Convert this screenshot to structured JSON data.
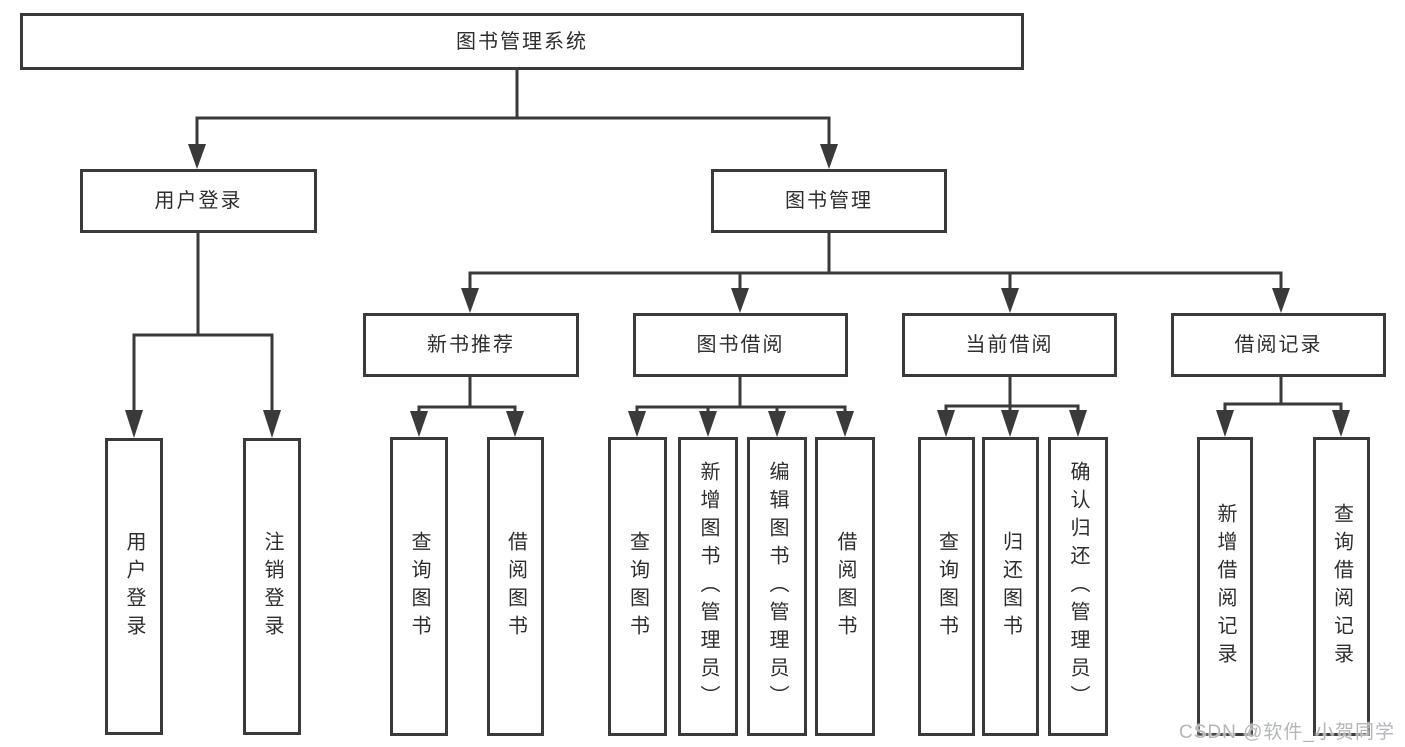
{
  "diagram": {
    "type": "hierarchy-tree",
    "root": "图书管理系统",
    "children": [
      {
        "label": "用户登录",
        "children": [
          "用户登录",
          "注销登录"
        ]
      },
      {
        "label": "图书管理",
        "children": [
          {
            "label": "新书推荐",
            "children": [
              "查询图书",
              "借阅图书"
            ]
          },
          {
            "label": "图书借阅",
            "children": [
              "查询图书",
              "新增图书（管理员）",
              "编辑图书（管理员）",
              "借阅图书"
            ]
          },
          {
            "label": "当前借阅",
            "children": [
              "查询图书",
              "归还图书",
              "确认归还（管理员）"
            ]
          },
          {
            "label": "借阅记录",
            "children": [
              "新增借阅记录",
              "查询借阅记录"
            ]
          }
        ]
      }
    ]
  },
  "watermark": {
    "text": "CSDN @软件_小贺同学"
  },
  "colors": {
    "line": "#3a3a3a",
    "box_border": "#3a3a3a",
    "text": "#2e2e2e",
    "background": "#ffffff",
    "watermark": "#b4b6b9"
  }
}
